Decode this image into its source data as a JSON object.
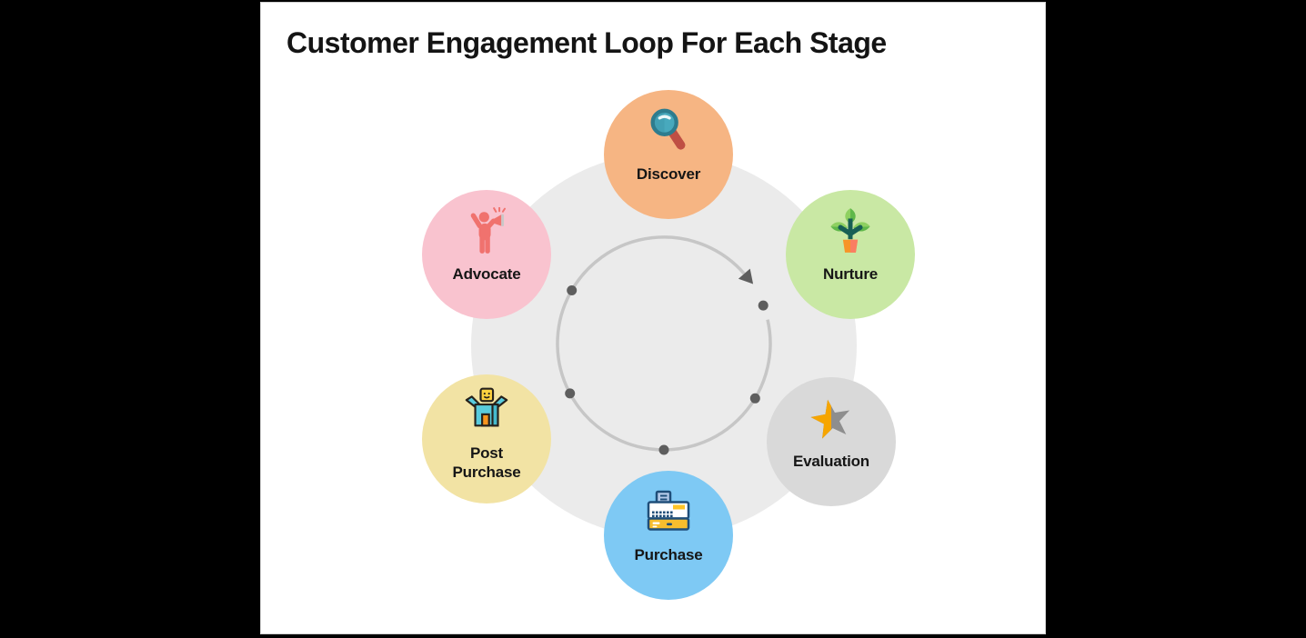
{
  "page": {
    "outer_background": "#000000",
    "slide_background": "#FFFFFF",
    "title": "Customer Engagement Loop For Each Stage",
    "title_color": "#141414"
  },
  "loop": {
    "center_circle_color": "#EBEBEB",
    "ring_color": "#C6C6C6",
    "marker_color": "#5E5E5E",
    "direction": "clockwise",
    "dot_count": 5
  },
  "stages": [
    {
      "label": "Discover",
      "icon": "magnifier-icon",
      "circle_color": "#F6B583"
    },
    {
      "label": "Nurture",
      "icon": "plant-icon",
      "circle_color": "#C9E8A4"
    },
    {
      "label": "Evaluation",
      "icon": "half-star-icon",
      "circle_color": "#D9D9D9"
    },
    {
      "label": "Purchase",
      "icon": "cash-register-icon",
      "circle_color": "#7EC9F4"
    },
    {
      "label": "Post Purchase",
      "icon": "storefront-icon",
      "circle_color": "#F2E3A4"
    },
    {
      "label": "Advocate",
      "icon": "megaphone-person-icon",
      "circle_color": "#F9C3CF"
    }
  ]
}
